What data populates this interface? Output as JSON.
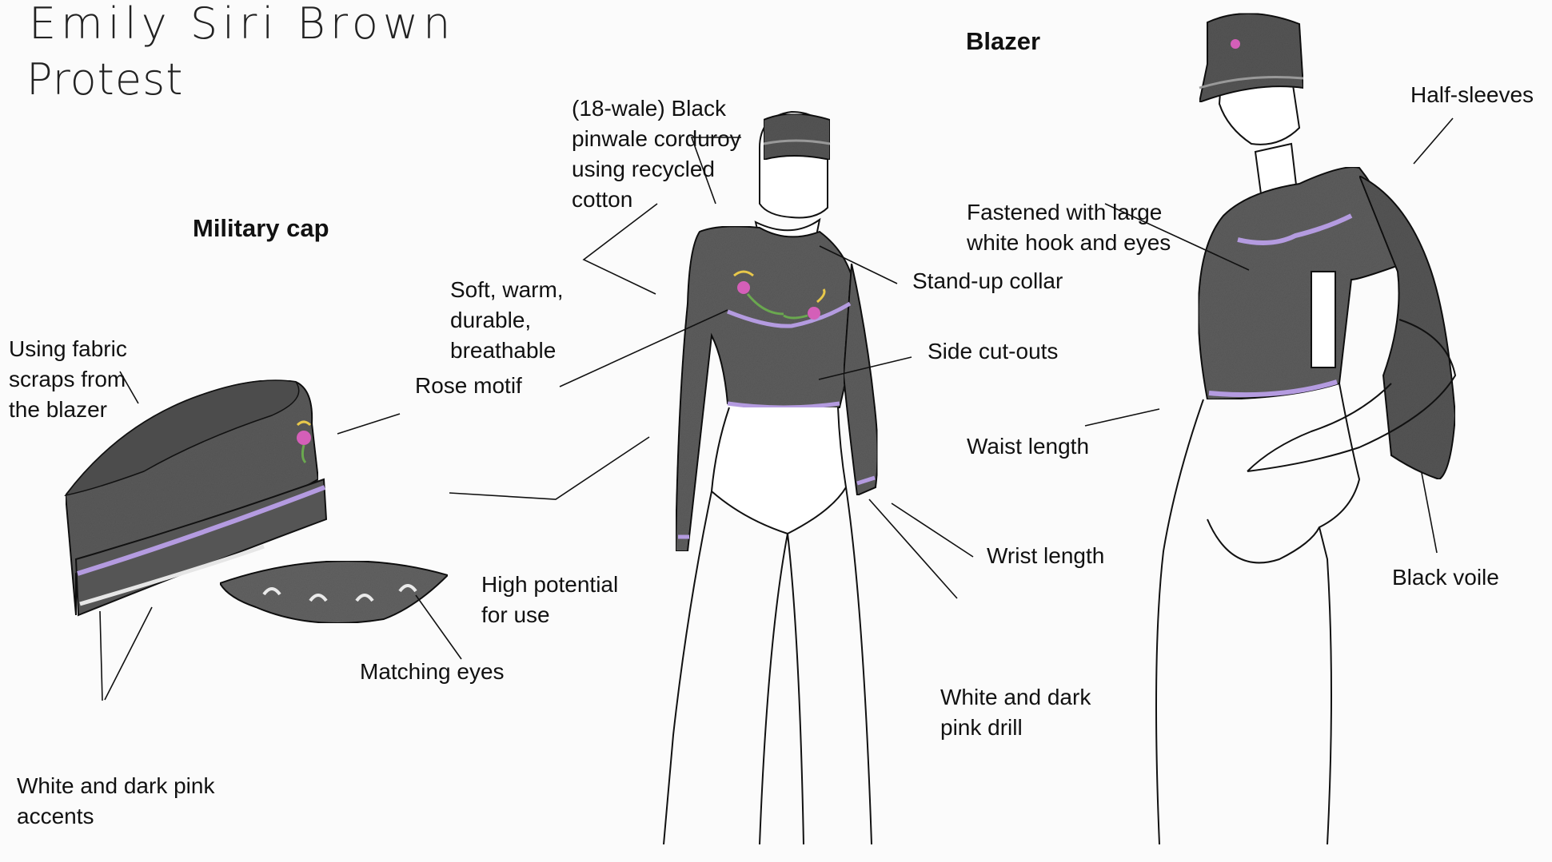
{
  "title": {
    "line1": "Emily Siri Brown",
    "line2": "Protest"
  },
  "headings": {
    "cap": "Military cap",
    "blazer": "Blazer"
  },
  "labels": {
    "fabric_scraps": [
      "Using fabric",
      "scraps from",
      "the blazer"
    ],
    "corduroy": [
      "(18-wale) Black",
      "pinwale corduroy",
      "using recycled",
      "cotton"
    ],
    "soft": [
      "Soft, warm,",
      "durable,",
      "breathable"
    ],
    "rose": "Rose motif",
    "stand_up_collar": "Stand-up collar",
    "side_cutouts": "Side cut-outs",
    "high_potential": [
      "High potential",
      "for use"
    ],
    "matching_eyes": "Matching eyes",
    "accents": [
      "White and dark pink",
      "accents"
    ],
    "wrist": "Wrist length",
    "drill": [
      "White and dark",
      "pink drill"
    ],
    "fastened": [
      "Fastened with large",
      "white hook and eyes"
    ],
    "half_sleeves": "Half-sleeves",
    "waist": "Waist length",
    "voile": "Black voile"
  },
  "colors": {
    "paper": "#fbfbfb",
    "ink": "#111111",
    "pencil_fabric": "#595959",
    "accent_lilac": "#b49be0",
    "rose_pink": "#d45fb8",
    "leaf_green": "#6aa84f",
    "petal_yellow": "#e8c84a"
  }
}
